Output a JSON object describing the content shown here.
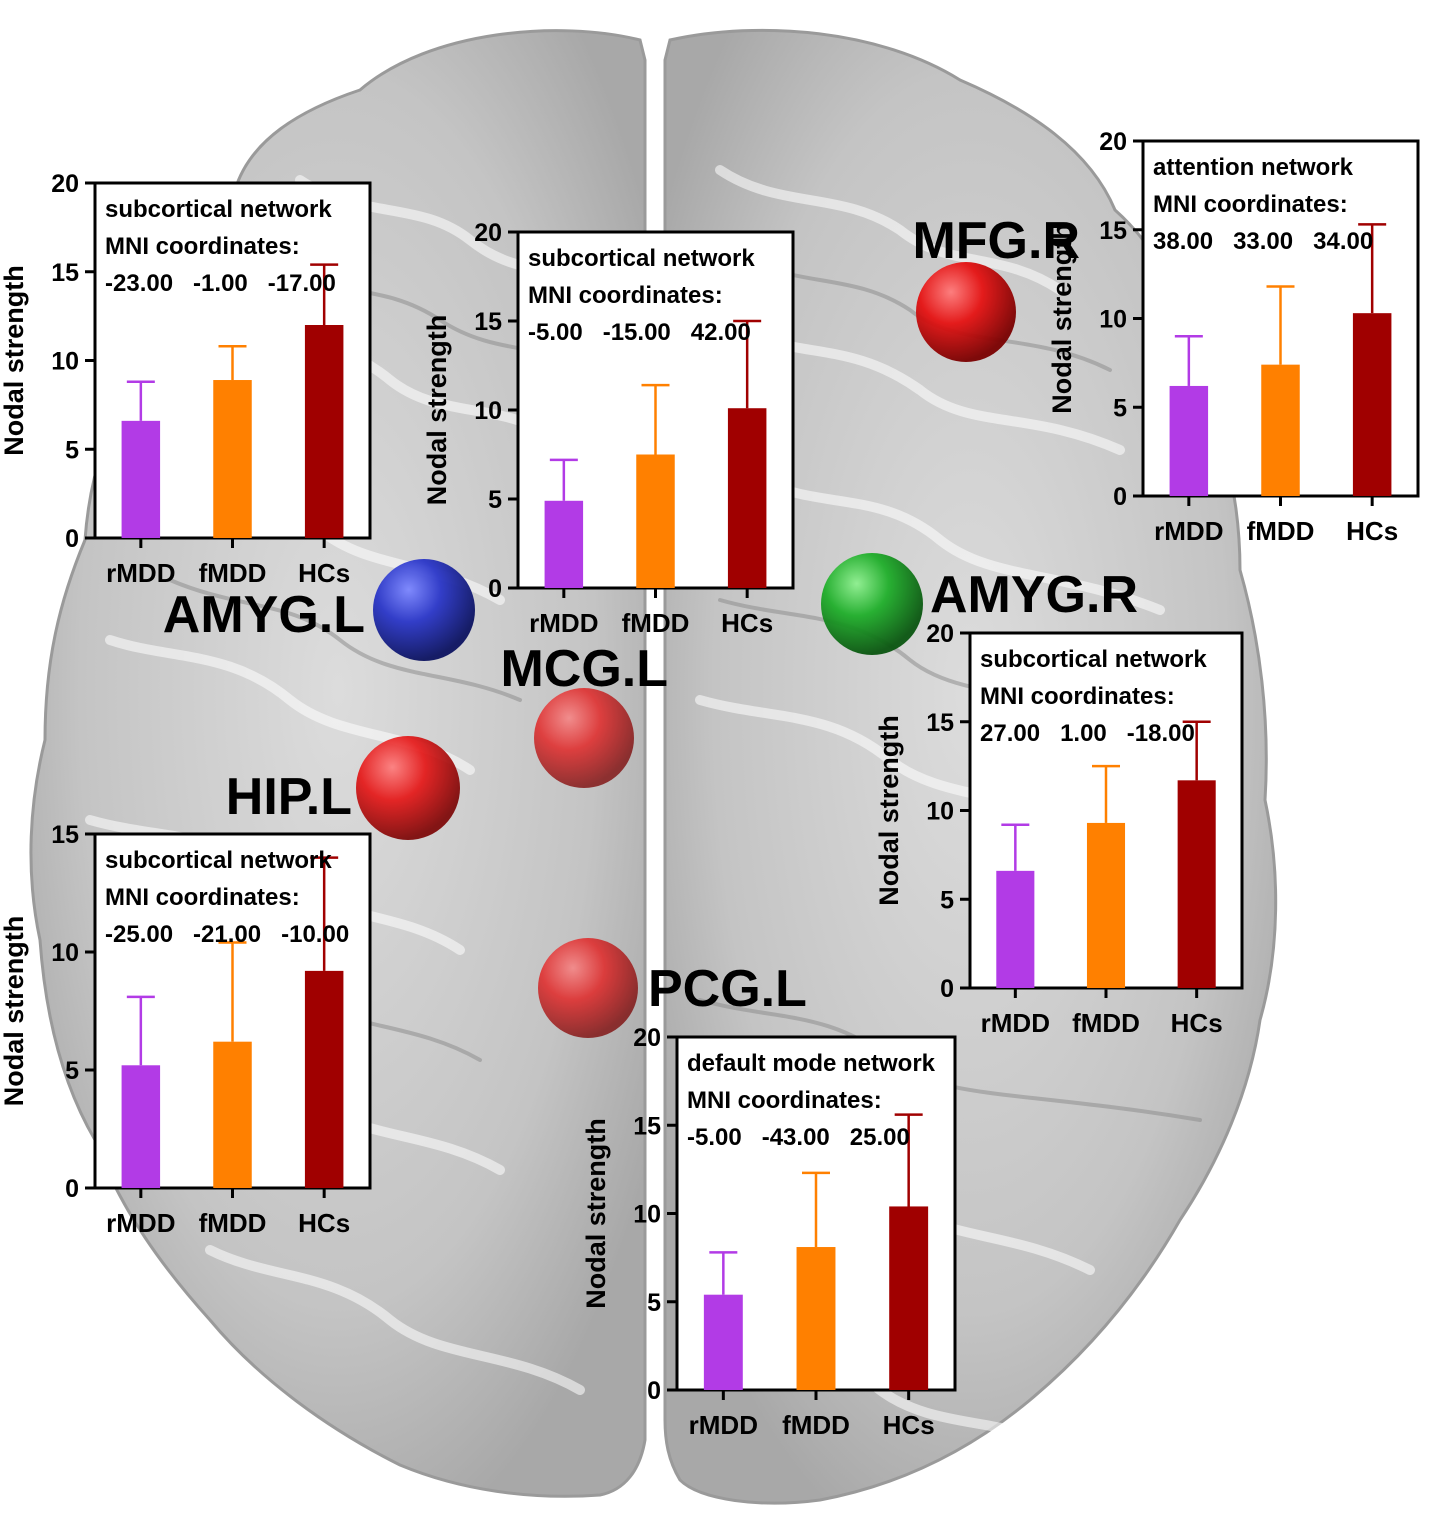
{
  "colors": {
    "rMDD": "#b23be6",
    "fMDD": "#ff8000",
    "HCs": "#a00000",
    "node_red": "#e81010",
    "node_blue": "#2a36c8",
    "node_green": "#1fae2a",
    "brain": "#c8c8c8"
  },
  "nodes": [
    {
      "label": "AMYG.L",
      "color": "blue"
    },
    {
      "label": "AMYG.R",
      "color": "green"
    },
    {
      "label": "MFG.R",
      "color": "red"
    },
    {
      "label": "MCG.L",
      "color": "red"
    },
    {
      "label": "HIP.L",
      "color": "red"
    },
    {
      "label": "PCG.L",
      "color": "red"
    }
  ],
  "chart_data": [
    {
      "type": "bar",
      "node": "AMYG.L",
      "annotation": [
        "subcortical network",
        "MNI coordinates:",
        "-23.00   -1.00   -17.00"
      ],
      "ylabel": "Nodal strength",
      "categories": [
        "rMDD",
        "fMDD",
        "HCs"
      ],
      "values": [
        6.6,
        8.9,
        12.0
      ],
      "errors": [
        2.2,
        1.9,
        3.4
      ],
      "ylim": [
        0,
        20
      ],
      "yticks": [
        0,
        5,
        10,
        15,
        20
      ]
    },
    {
      "type": "bar",
      "node": "MCG.L",
      "annotation": [
        "subcortical network",
        "MNI coordinates:",
        "-5.00   -15.00   42.00"
      ],
      "ylabel": "Nodal strength",
      "categories": [
        "rMDD",
        "fMDD",
        "HCs"
      ],
      "values": [
        4.9,
        7.5,
        10.1
      ],
      "errors": [
        2.3,
        3.9,
        4.9
      ],
      "ylim": [
        0,
        20
      ],
      "yticks": [
        0,
        5,
        10,
        15,
        20
      ]
    },
    {
      "type": "bar",
      "node": "MFG.R",
      "annotation": [
        "attention network",
        "MNI coordinates:",
        "38.00   33.00   34.00"
      ],
      "ylabel": "Nodal strength",
      "categories": [
        "rMDD",
        "fMDD",
        "HCs"
      ],
      "values": [
        6.2,
        7.4,
        10.3
      ],
      "errors": [
        2.8,
        4.4,
        5.0
      ],
      "ylim": [
        0,
        20
      ],
      "yticks": [
        0,
        5,
        10,
        15,
        20
      ]
    },
    {
      "type": "bar",
      "node": "AMYG.R",
      "annotation": [
        "subcortical network",
        "MNI coordinates:",
        "27.00   1.00   -18.00"
      ],
      "ylabel": "Nodal strength",
      "categories": [
        "rMDD",
        "fMDD",
        "HCs"
      ],
      "values": [
        6.6,
        9.3,
        11.7
      ],
      "errors": [
        2.6,
        3.2,
        3.3
      ],
      "ylim": [
        0,
        20
      ],
      "yticks": [
        0,
        5,
        10,
        15,
        20
      ]
    },
    {
      "type": "bar",
      "node": "HIP.L",
      "annotation": [
        "subcortical network",
        "MNI coordinates:",
        "-25.00   -21.00   -10.00"
      ],
      "ylabel": "Nodal strength",
      "categories": [
        "rMDD",
        "fMDD",
        "HCs"
      ],
      "values": [
        5.2,
        6.2,
        9.2
      ],
      "errors": [
        2.9,
        4.2,
        4.8
      ],
      "ylim": [
        0,
        15
      ],
      "yticks": [
        0,
        5,
        10,
        15
      ]
    },
    {
      "type": "bar",
      "node": "PCG.L",
      "annotation": [
        "default mode network",
        "MNI coordinates:",
        "-5.00   -43.00   25.00"
      ],
      "ylabel": "Nodal strength",
      "categories": [
        "rMDD",
        "fMDD",
        "HCs"
      ],
      "values": [
        5.4,
        8.1,
        10.4
      ],
      "errors": [
        2.4,
        4.2,
        5.2
      ],
      "ylim": [
        0,
        20
      ],
      "yticks": [
        0,
        5,
        10,
        15,
        20
      ]
    }
  ]
}
